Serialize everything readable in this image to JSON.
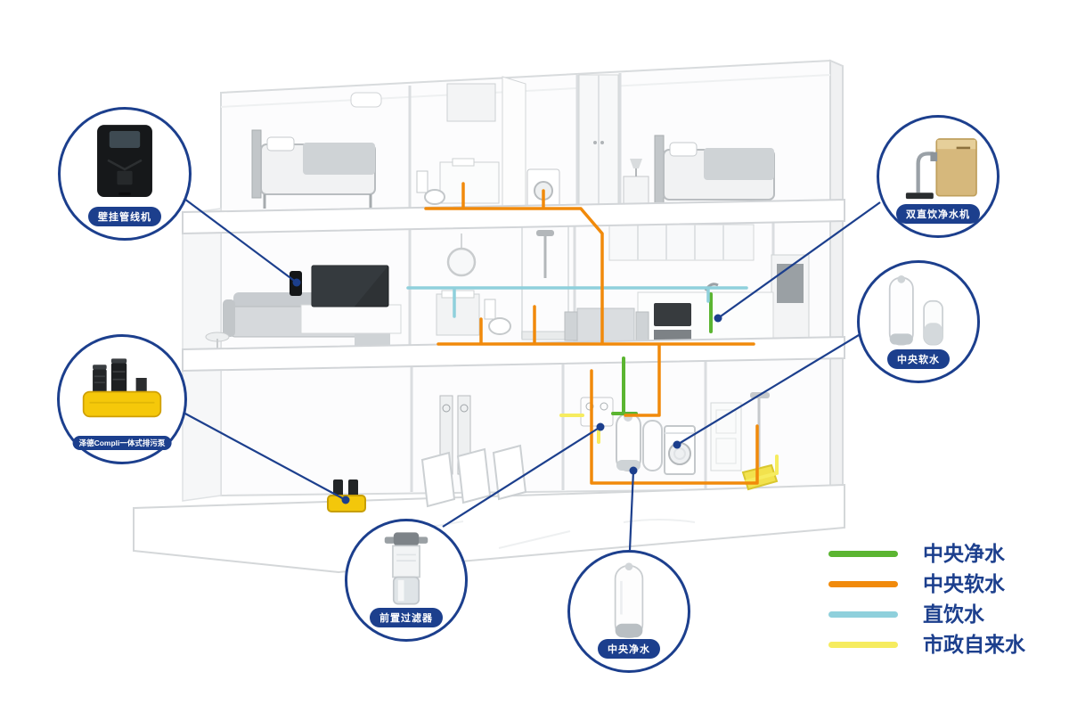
{
  "colors": {
    "callout_navy": "#1c3f8d",
    "pipe_green": "#5bb531",
    "pipe_orange": "#f18a0b",
    "pipe_cyan": "#8fd0dc",
    "pipe_yellow": "#f6ec5f"
  },
  "callouts": [
    {
      "id": "wall-pipeline-machine",
      "label": "壁挂管线机"
    },
    {
      "id": "sewage-pump",
      "label": "泽德Compli一体式排污泵"
    },
    {
      "id": "pre-filter",
      "label": "前置过滤器"
    },
    {
      "id": "central-water-purifier",
      "label": "中央净水"
    },
    {
      "id": "dual-drinking-water-purifier",
      "label": "双直饮净水机"
    },
    {
      "id": "central-water-softener",
      "label": "中央软水"
    }
  ],
  "legend": {
    "items": [
      {
        "label": "中央净水",
        "color": "#5bb531"
      },
      {
        "label": "中央软水",
        "color": "#f18a0b"
      },
      {
        "label": "直饮水",
        "color": "#8fd0dc"
      },
      {
        "label": "市政自来水",
        "color": "#f6ec5f"
      }
    ]
  }
}
